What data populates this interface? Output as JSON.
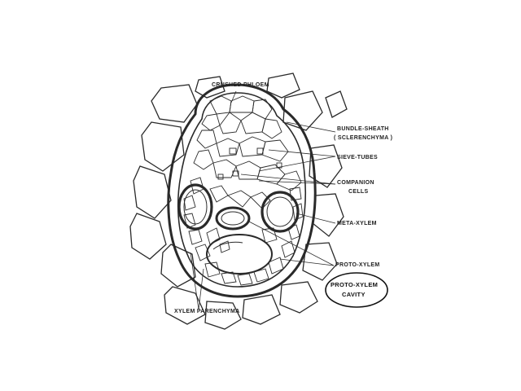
{
  "diagram": {
    "labels": {
      "crushed_phloem": "CRUSHED PHLOEM",
      "bundle_sheath_1": "BUNDLE-SHEATH",
      "bundle_sheath_2": "( SCLERENCHYMA )",
      "sieve_tubes": "SIEVE-TUBES",
      "companion_cells_1": "COMPANION",
      "companion_cells_2": "CELLS",
      "meta_xylem": "META-XYLEM",
      "proto_xylem": "PROTO-XYLEM",
      "proto_xylem_cavity_1": "PROTO-XYLEM",
      "proto_xylem_cavity_2": "CAVITY",
      "xylem_parenchyma": "XYLEM PARENCHYMA"
    },
    "colors": {
      "ink": "#2a2a2a",
      "background": "#ffffff",
      "highlight_ring": "#111111"
    }
  }
}
